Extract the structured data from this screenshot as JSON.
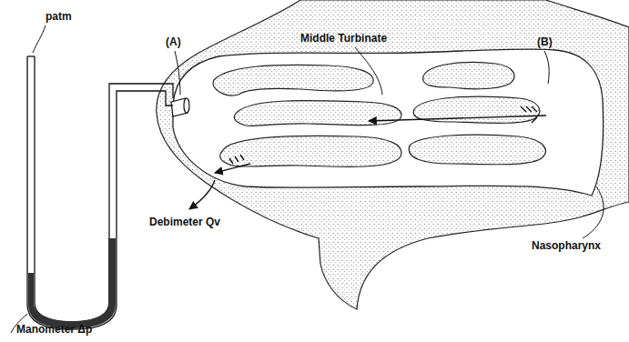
{
  "diagram": {
    "labels": [
      "patm",
      "(A)",
      "Middle Turbinate",
      "(B)",
      "Nasopharynx",
      "Debimeter Qv",
      "Manometer Δp"
    ]
  }
}
